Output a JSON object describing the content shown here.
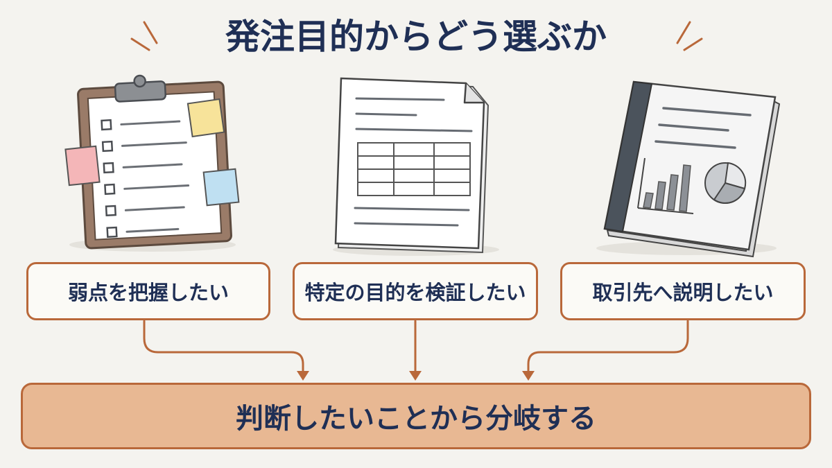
{
  "title": "発注目的からどう選ぶか",
  "options": [
    {
      "label": "弱点を把握したい",
      "icon": "clipboard-checklist-icon"
    },
    {
      "label": "特定の目的を検証したい",
      "icon": "document-table-icon"
    },
    {
      "label": "取引先へ説明したい",
      "icon": "report-chart-icon"
    }
  ],
  "result": "判断したいことから分岐する",
  "colors": {
    "background": "#f4f3ef",
    "text": "#1f2f55",
    "accent": "#b9683a",
    "result_fill": "#e8b893"
  }
}
